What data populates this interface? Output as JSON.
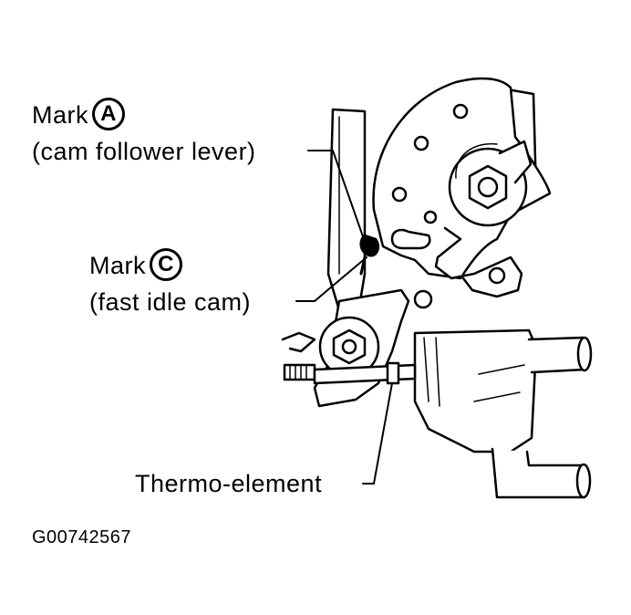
{
  "labels": {
    "mark_a_word": "Mark",
    "mark_a_letter": "A",
    "mark_a_desc": "(cam follower lever)",
    "mark_c_word": "Mark",
    "mark_c_letter": "C",
    "mark_c_desc": "(fast idle cam)",
    "thermo": "Thermo-element"
  },
  "figure_code": "G00742567"
}
